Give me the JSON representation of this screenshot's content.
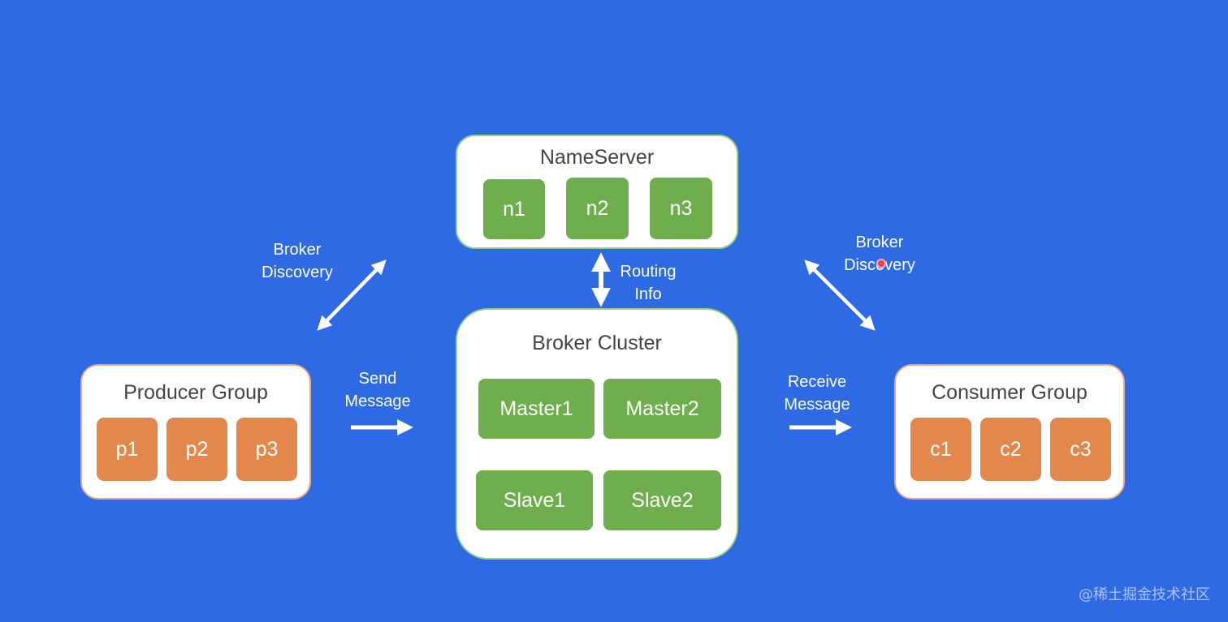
{
  "nameserver": {
    "title": "NameServer",
    "nodes": [
      "n1",
      "n2",
      "n3"
    ]
  },
  "broker_cluster": {
    "title": "Broker Cluster",
    "masters": [
      "Master1",
      "Master2"
    ],
    "slaves": [
      "Slave1",
      "Slave2"
    ]
  },
  "producer_group": {
    "title": "Producer Group",
    "members": [
      "p1",
      "p2",
      "p3"
    ]
  },
  "consumer_group": {
    "title": "Consumer Group",
    "members": [
      "c1",
      "c2",
      "c3"
    ]
  },
  "labels": {
    "broker_discovery_left": [
      "Broker",
      "Discovery"
    ],
    "broker_discovery_right": [
      "Broker",
      "Discovery"
    ],
    "routing_info": [
      "Routing",
      "Info"
    ],
    "send_message": [
      "Send",
      "Message"
    ],
    "receive_message": [
      "Receive",
      "Message"
    ]
  },
  "watermark": "@稀土掘金技术社区",
  "colors": {
    "background": "#2d6ae3",
    "green_tile": "#6fae4d",
    "orange_tile": "#e3874a",
    "green_border": "#9bcf82",
    "orange_border": "#e8a889"
  }
}
